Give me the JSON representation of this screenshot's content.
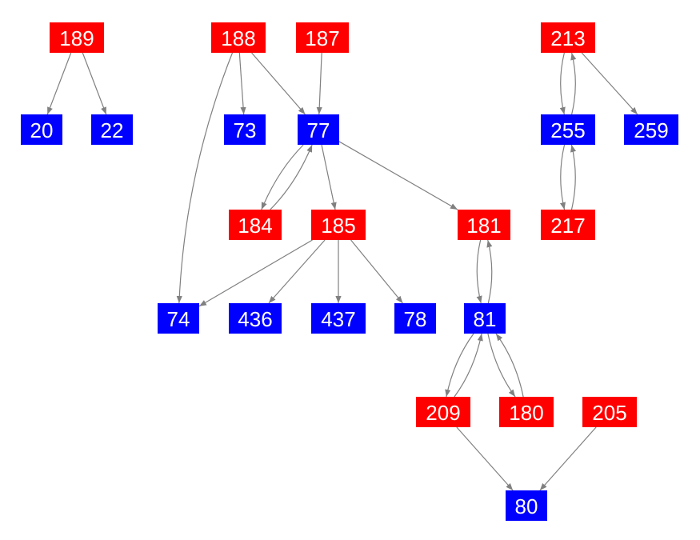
{
  "colors": {
    "type_a": "#ff0000",
    "type_b": "#0000ff",
    "edge": "#808080"
  },
  "nodes": [
    {
      "id": "189",
      "kind": "type_a"
    },
    {
      "id": "188",
      "kind": "type_a"
    },
    {
      "id": "187",
      "kind": "type_a"
    },
    {
      "id": "213",
      "kind": "type_a"
    },
    {
      "id": "20",
      "kind": "type_b"
    },
    {
      "id": "22",
      "kind": "type_b"
    },
    {
      "id": "73",
      "kind": "type_b"
    },
    {
      "id": "77",
      "kind": "type_b"
    },
    {
      "id": "255",
      "kind": "type_b"
    },
    {
      "id": "259",
      "kind": "type_b"
    },
    {
      "id": "184",
      "kind": "type_a"
    },
    {
      "id": "185",
      "kind": "type_a"
    },
    {
      "id": "181",
      "kind": "type_a"
    },
    {
      "id": "217",
      "kind": "type_a"
    },
    {
      "id": "74",
      "kind": "type_b"
    },
    {
      "id": "436",
      "kind": "type_b"
    },
    {
      "id": "437",
      "kind": "type_b"
    },
    {
      "id": "78",
      "kind": "type_b"
    },
    {
      "id": "81",
      "kind": "type_b"
    },
    {
      "id": "209",
      "kind": "type_a"
    },
    {
      "id": "180",
      "kind": "type_a"
    },
    {
      "id": "205",
      "kind": "type_a"
    },
    {
      "id": "80",
      "kind": "type_b"
    }
  ],
  "edges": [
    [
      "189",
      "20"
    ],
    [
      "189",
      "22"
    ],
    [
      "188",
      "73"
    ],
    [
      "188",
      "77"
    ],
    [
      "188",
      "74"
    ],
    [
      "187",
      "77"
    ],
    [
      "77",
      "184"
    ],
    [
      "184",
      "77"
    ],
    [
      "77",
      "185"
    ],
    [
      "77",
      "181"
    ],
    [
      "185",
      "74"
    ],
    [
      "185",
      "436"
    ],
    [
      "185",
      "437"
    ],
    [
      "185",
      "78"
    ],
    [
      "181",
      "81"
    ],
    [
      "81",
      "181"
    ],
    [
      "81",
      "209"
    ],
    [
      "209",
      "81"
    ],
    [
      "81",
      "180"
    ],
    [
      "180",
      "81"
    ],
    [
      "209",
      "80"
    ],
    [
      "205",
      "80"
    ],
    [
      "213",
      "255"
    ],
    [
      "255",
      "213"
    ],
    [
      "213",
      "259"
    ],
    [
      "255",
      "217"
    ],
    [
      "217",
      "255"
    ]
  ]
}
